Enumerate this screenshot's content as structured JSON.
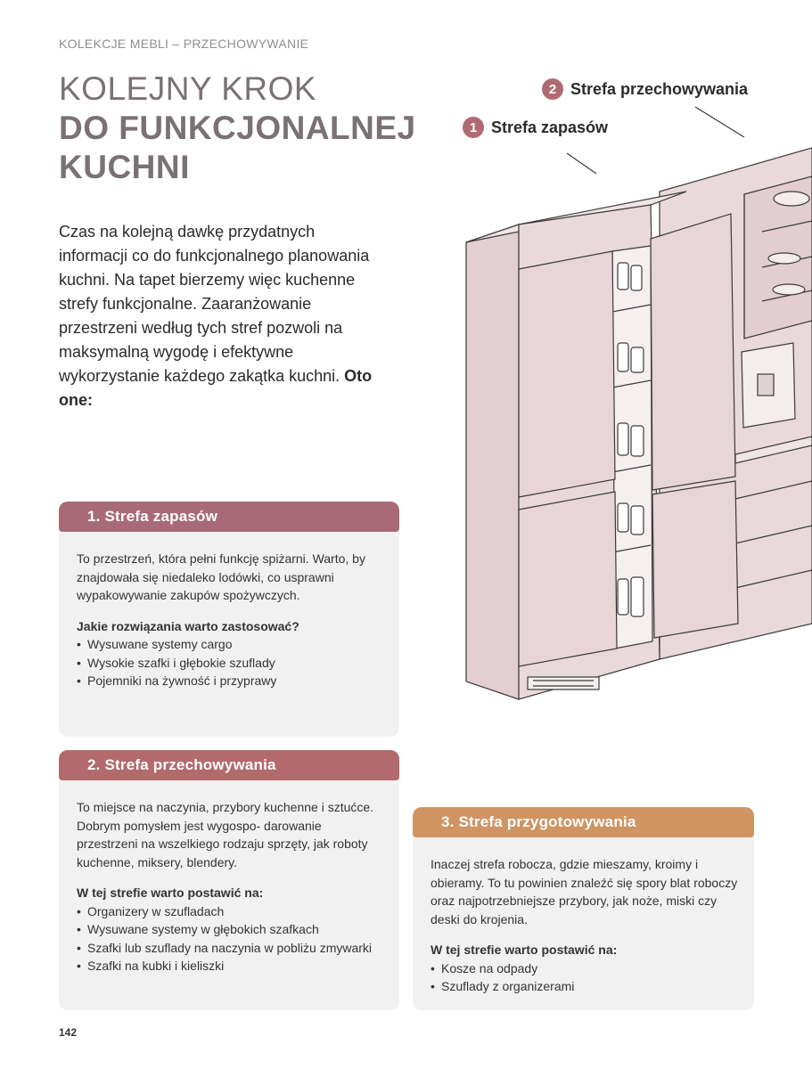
{
  "breadcrumb": "KOLEKCJE MEBLI – PRZECHOWYWANIE",
  "title": {
    "line1": "KOLEJNY KROK",
    "line2": "DO FUNKCJONALNEJ",
    "line3": "KUCHNI"
  },
  "intro": {
    "text": "Czas na kolejną dawkę przydatnych informacji co do funkcjonalnego planowania kuchni. Na tapet bierzemy więc kuchenne strefy funkcjonalne. Zaaranżowanie przestrzeni według tych stref pozwoli na maksymalną wygodę i efektywne wykorzystanie każdego zakątka kuchni. ",
    "bold": "Oto one:"
  },
  "zones": [
    {
      "num": "1",
      "label": "Strefa zapasów"
    },
    {
      "num": "2",
      "label": "Strefa przechowywania"
    }
  ],
  "cards": [
    {
      "title": "1. Strefa zapasów",
      "body": "To przestrzeń, która pełni funkcję spiżarni. Warto, by znajdowała się niedaleko lodówki, co usprawni wypakowywanie zakupów spożywczych.",
      "question": "Jakie rozwiązania warto zastosować?",
      "items": [
        "Wysuwane systemy cargo",
        "Wysokie szafki i głębokie szuflady",
        "Pojemniki na żywność i przyprawy"
      ]
    },
    {
      "title": "2. Strefa przechowywania",
      "body": "To miejsce na naczynia, przybory kuchenne i sztućce. Dobrym pomysłem jest wygospo- darowanie przestrzeni na wszelkiego rodzaju sprzęty, jak roboty kuchenne, miksery, blendery.",
      "question": "W tej strefie warto postawić na:",
      "items": [
        "Organizery w szufladach",
        "Wysuwane systemy w głębokich szafkach",
        "Szafki lub szuflady na naczynia w pobliżu zmywarki",
        "Szafki na kubki i kieliszki"
      ]
    },
    {
      "title": "3. Strefa przygotowywania",
      "body": "Inaczej strefa robocza, gdzie mieszamy, kroimy i obieramy. To tu powinien znaleźć się spory blat roboczy oraz najpotrzebniejsze przybory, jak noże, miski czy deski do krojenia.",
      "question": "W tej strefie warto postawić na:",
      "items": [
        "Kosze na odpady",
        "Szuflady z organizerami"
      ]
    }
  ],
  "colors": {
    "card1": "#a86a78",
    "card2": "#b36a6c",
    "card3": "#cf9462",
    "zone_badge": "#b06a72",
    "cabinet": "#e8d9dc"
  },
  "page_number": "142"
}
